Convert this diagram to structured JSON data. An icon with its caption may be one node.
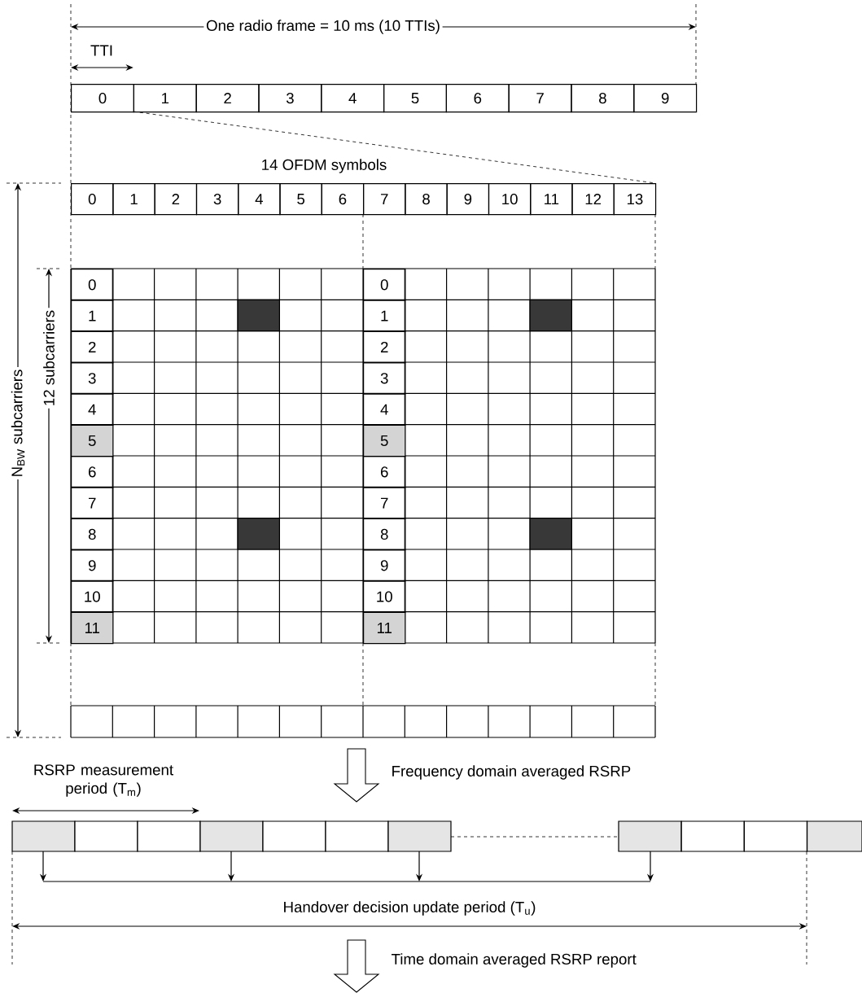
{
  "diagram": {
    "labels": [
      "One radio frame = 10 ms (10 TTIs)",
      "TTI",
      "0",
      "1",
      "2",
      "3",
      "4",
      "5",
      "6",
      "7",
      "8",
      "9",
      "14 OFDM symbols",
      "0",
      "1",
      "2",
      "3",
      "4",
      "5",
      "6",
      "7",
      "8",
      "9",
      "10",
      "11",
      "12",
      "13",
      "N$_{BW}$ subcarriers",
      "12 subcarriers",
      "0",
      "0",
      "1",
      "1",
      "2",
      "2",
      "3",
      "3",
      "4",
      "4",
      "5",
      "5",
      "6",
      "6",
      "7",
      "7",
      "8",
      "8",
      "9",
      "9",
      "10",
      "10",
      "11",
      "11",
      "RSRP measurement period (T$_{m}$)",
      "Frequency domain averaged RSRP",
      "Handover decision update period (T$_{u}$)",
      "Time domain averaged RSRP report"
    ]
  }
}
